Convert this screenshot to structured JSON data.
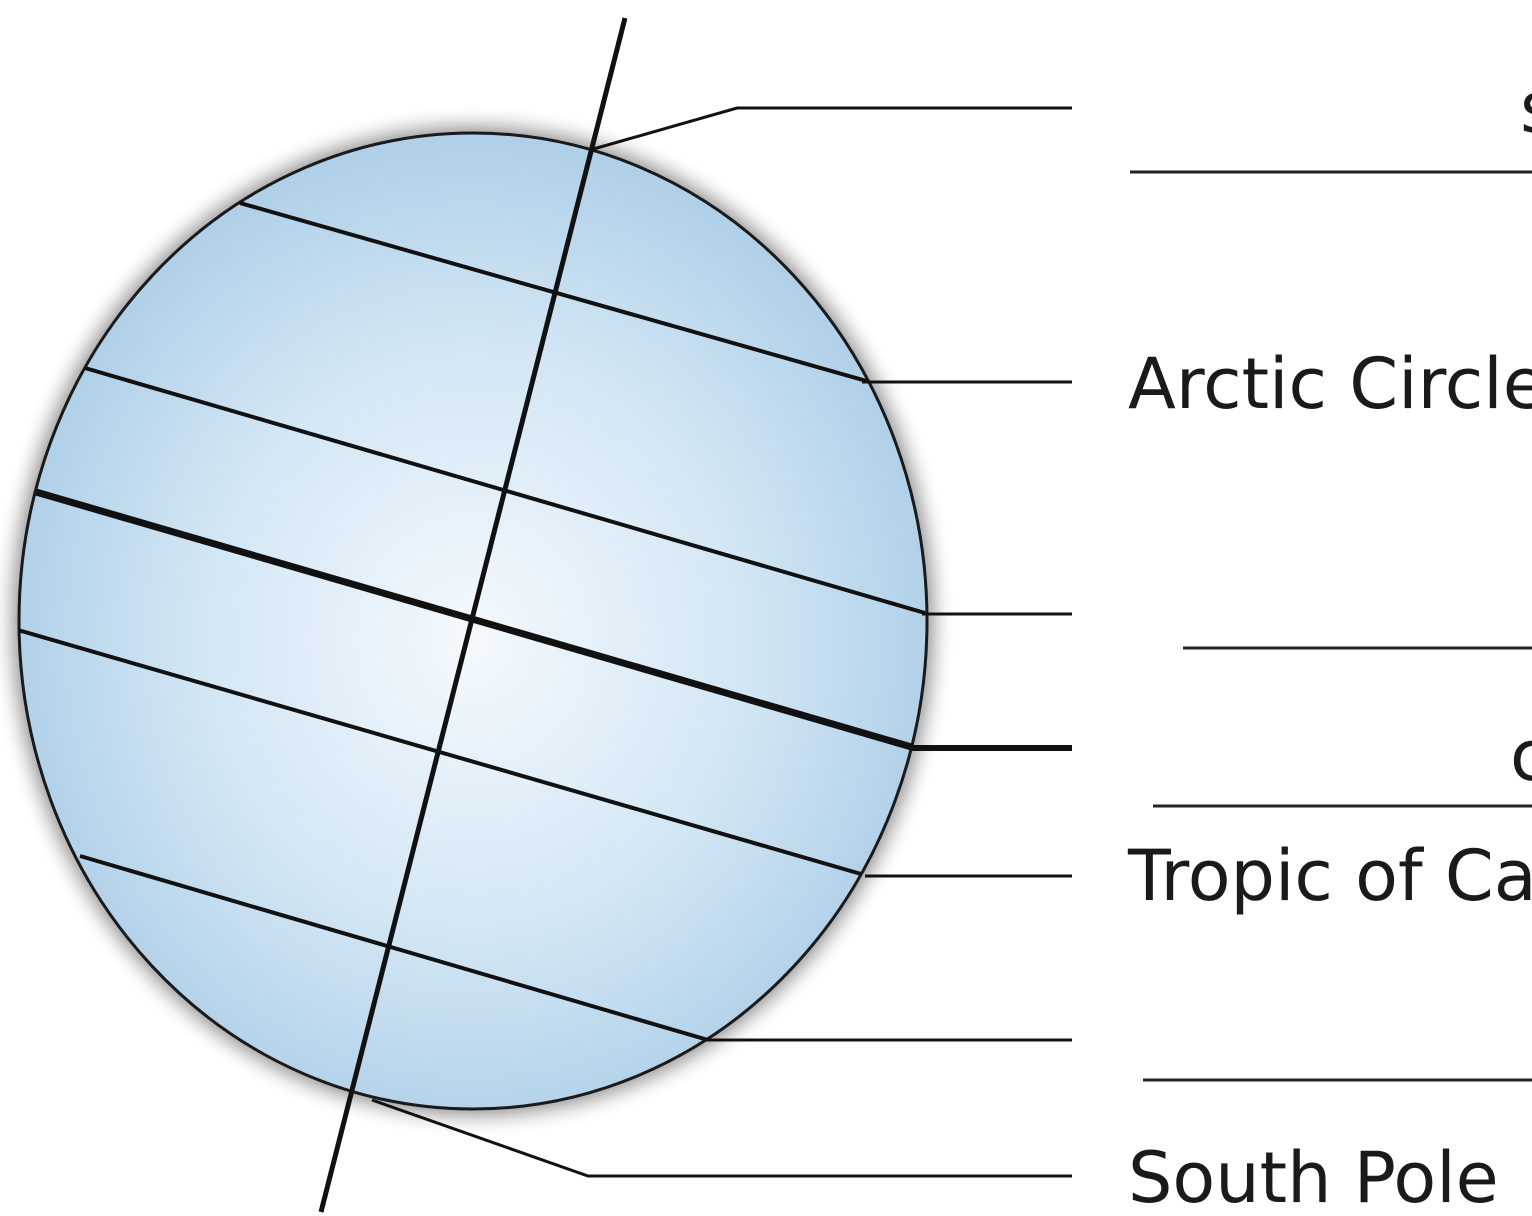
{
  "labels": {
    "arctic_circle": "Arctic Circle",
    "tropic_partial": "Tropic of Ca",
    "south_pole": "South Pole",
    "clipped_glyph_top": "s",
    "clipped_glyph_mid": "c"
  },
  "colors": {
    "globe_light": "#f4f9fd",
    "globe_mid": "#d2e6f4",
    "globe_edge": "#a9cce6",
    "line": "#111111"
  }
}
